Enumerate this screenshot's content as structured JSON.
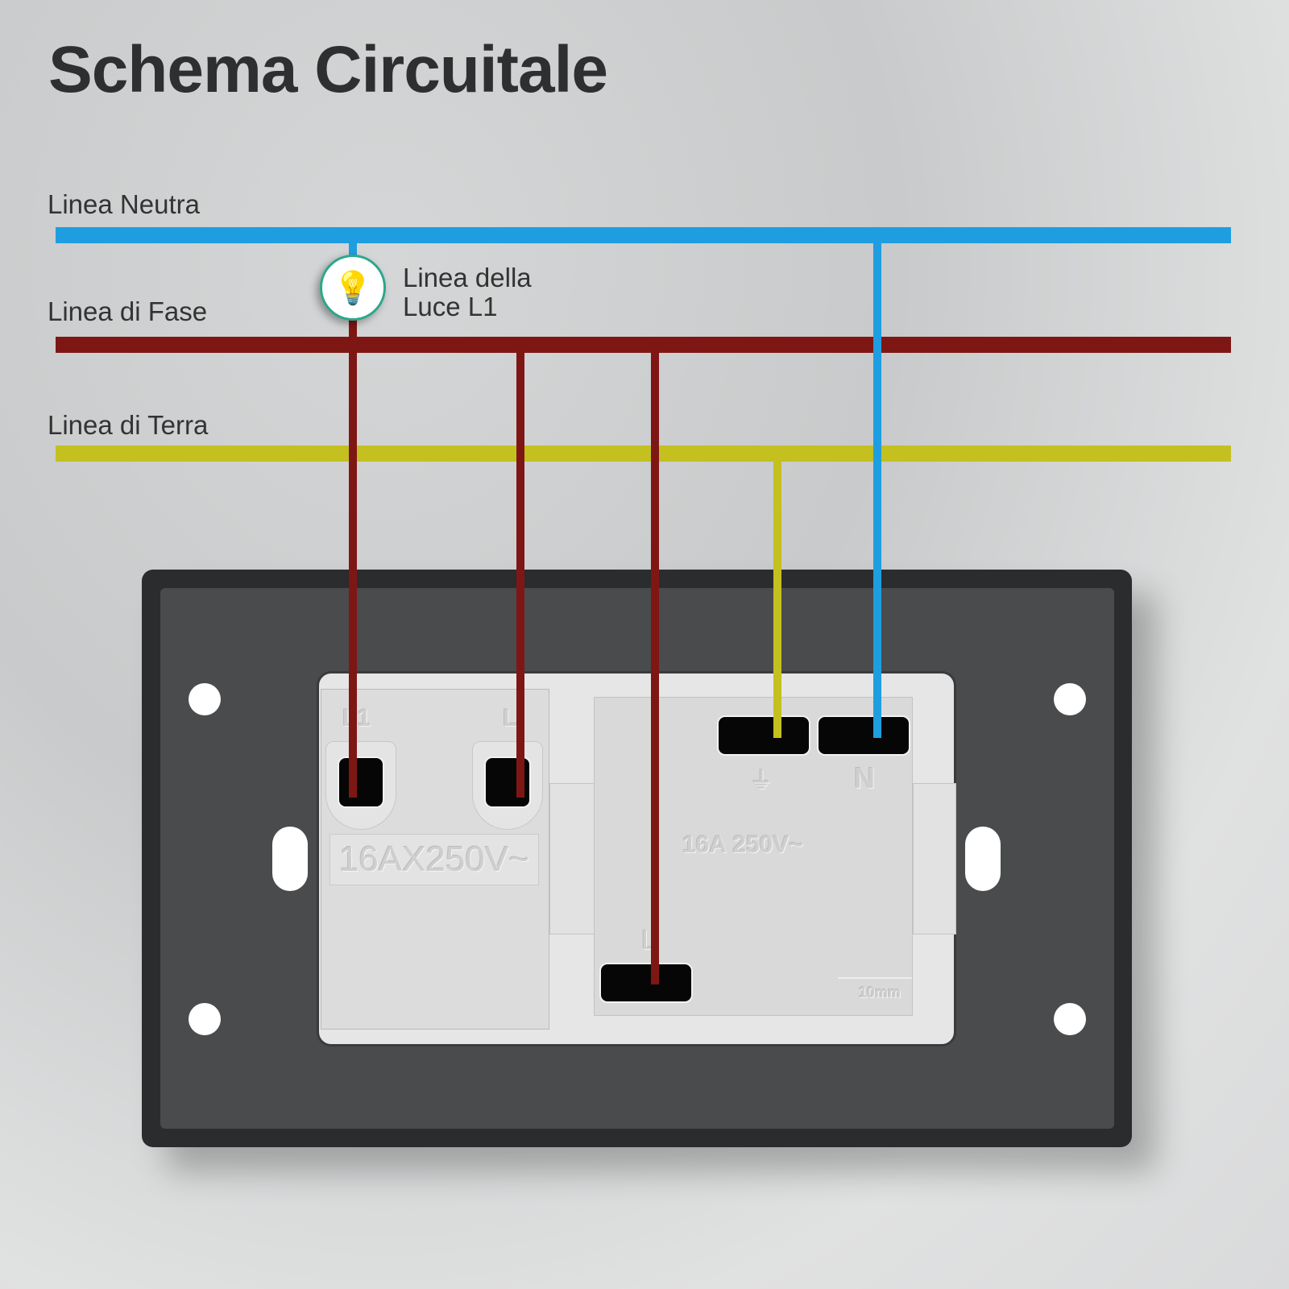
{
  "title": "Schema Circuitale",
  "lines": {
    "neutral": "Linea Neutra",
    "phase": "Linea di Fase",
    "earth": "Linea di Terra"
  },
  "light_label": {
    "line1": "Linea della",
    "line2": "Luce  L1"
  },
  "colors": {
    "neutral": "#1e9ee0",
    "phase": "#7e1714",
    "earth": "#c4c020"
  },
  "switch_module": {
    "terminal_1": "L1",
    "terminal_2": "L",
    "rating": "16AX250V~"
  },
  "socket_module": {
    "earth_symbol": "⏚",
    "neutral": "N",
    "live": "L",
    "rating": "16A 250V~",
    "strip_length": "10mm"
  }
}
